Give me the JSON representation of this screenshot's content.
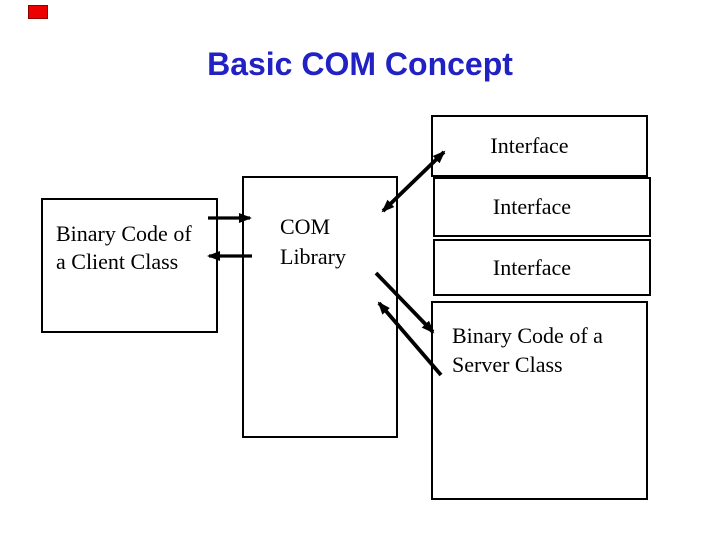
{
  "slide": {
    "title": "Basic COM Concept",
    "title_color": "#2121C4",
    "marker_color": "#EC0000",
    "background": "#FFFFFF",
    "line_color": "#000000"
  },
  "nodes": {
    "client": {
      "line1": "Binary Code of",
      "line2": "a Client Class"
    },
    "com": {
      "line1": "COM",
      "line2": "Library"
    },
    "interface1": {
      "label": "Interface"
    },
    "interface2": {
      "label": "Interface"
    },
    "interface3": {
      "label": "Interface"
    },
    "server": {
      "line1": "Binary Code of a",
      "line2": "Server Class"
    }
  },
  "edges": [
    {
      "from": "client-class",
      "to": "com-library",
      "arrow": "single-head"
    },
    {
      "from": "com-library",
      "to": "client-class",
      "arrow": "single-head"
    },
    {
      "from": "com-library",
      "to": "interface-top",
      "arrow": "double-head"
    },
    {
      "from": "com-library",
      "to": "server-class",
      "arrow": "single-head"
    },
    {
      "from": "server-class",
      "to": "com-library",
      "arrow": "single-head"
    }
  ]
}
